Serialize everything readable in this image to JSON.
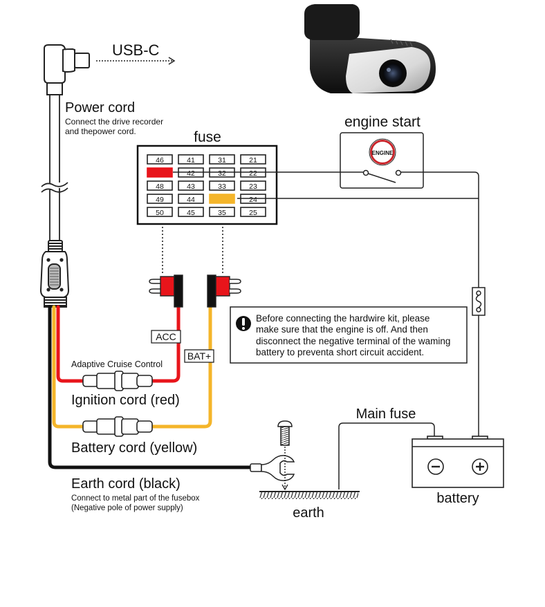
{
  "title": "Hardwire kit wiring diagram",
  "usb": {
    "label": "USB-C"
  },
  "power_cord": {
    "title": "Power cord",
    "desc_line1": "Connect the drive recorder",
    "desc_line2": "and thepower cord."
  },
  "fuse_box": {
    "title": "fuse",
    "rows": [
      [
        "46",
        "41",
        "31",
        "21"
      ],
      [
        "",
        "42",
        "32",
        "22"
      ],
      [
        "48",
        "43",
        "33",
        "23"
      ],
      [
        "49",
        "44",
        "",
        "24"
      ],
      [
        "50",
        "45",
        "35",
        "25"
      ]
    ],
    "highlighted": [
      {
        "row": 1,
        "col": 0,
        "wire": "ACC",
        "color": "#e8151b"
      },
      {
        "row": 3,
        "col": 2,
        "wire": "BAT+",
        "color": "#f4b52a"
      }
    ]
  },
  "engine_start": {
    "title": "engine start",
    "badge": "ENGINE"
  },
  "tags": {
    "acc": "ACC",
    "bat": "BAT+"
  },
  "warning": {
    "icon": "exclamation-icon",
    "line1": "Before connecting the hardwire kit, please",
    "line2": "make sure that the engine is off. And then",
    "line3": "disconnect the negative terminal of the waming",
    "line4": "battery to preventa short circuit accident."
  },
  "cords": {
    "adaptive": "Adaptive Cruise Control",
    "ignition": "Ignition cord (red)",
    "battery": "Battery cord (yellow)",
    "earth_title": "Earth cord (black)",
    "earth_desc1": "Connect to metal part of the fusebox",
    "earth_desc2": "(Negative pole of power supply)"
  },
  "main_fuse": {
    "label": "Main fuse"
  },
  "earth": {
    "label": "earth"
  },
  "battery": {
    "label": "battery",
    "neg_symbol": "−",
    "pos_symbol": "+"
  },
  "colors": {
    "red_wire": "#e8151b",
    "yellow_wire": "#f4b52a",
    "black_wire": "#111111",
    "line": "#222222"
  }
}
